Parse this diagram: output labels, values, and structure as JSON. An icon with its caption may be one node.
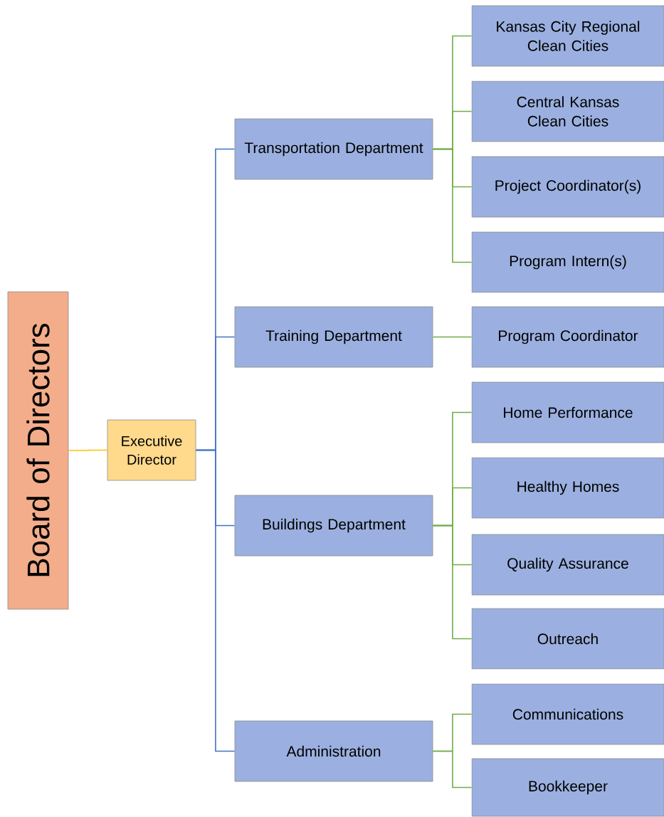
{
  "diagram": {
    "nodes": [
      {
        "text": [
          "Board of Directors"
        ]
      },
      {
        "text": [
          "Executive Director"
        ]
      },
      {
        "text": [
          "Transportation Department"
        ]
      },
      {
        "text": [
          "Training Department"
        ]
      },
      {
        "text": [
          "Buildings Department"
        ]
      },
      {
        "text": [
          "Administration"
        ]
      },
      {
        "text": [
          "Kansas City Regional Clean Cities"
        ]
      },
      {
        "text": [
          "Central Kansas Clean Cities"
        ]
      },
      {
        "text": [
          "Project Coordinator(s)"
        ]
      },
      {
        "text": [
          "Program Intern(s)"
        ]
      },
      {
        "text": [
          "Program Coordinator"
        ]
      },
      {
        "text": [
          "Home Performance"
        ]
      },
      {
        "text": [
          "Healthy Homes"
        ]
      },
      {
        "text": [
          "Quality Assurance"
        ]
      },
      {
        "text": [
          "Outreach"
        ]
      },
      {
        "text": [
          "Communications"
        ]
      },
      {
        "text": [
          "Bookkeeper"
        ]
      }
    ],
    "edges": [
      {
        "from": 0,
        "to": 1,
        "arrow": "none",
        "color": "#ffc000"
      },
      {
        "from": 1,
        "to": 2,
        "arrow": "none",
        "color": "#4472c4"
      },
      {
        "from": 1,
        "to": 3,
        "arrow": "none",
        "color": "#4472c4"
      },
      {
        "from": 1,
        "to": 4,
        "arrow": "none",
        "color": "#4472c4"
      },
      {
        "from": 1,
        "to": 5,
        "arrow": "none",
        "color": "#4472c4"
      },
      {
        "from": 2,
        "to": 6,
        "arrow": "none"
      },
      {
        "from": 2,
        "to": 7,
        "arrow": "none"
      },
      {
        "from": 2,
        "to": 8,
        "arrow": "none"
      },
      {
        "from": 2,
        "to": 9,
        "arrow": "none"
      },
      {
        "from": 3,
        "to": 10,
        "arrow": "none"
      },
      {
        "from": 4,
        "to": 11,
        "arrow": "none"
      },
      {
        "from": 4,
        "to": 12,
        "arrow": "none"
      },
      {
        "from": 4,
        "to": 13,
        "arrow": "none"
      },
      {
        "from": 4,
        "to": 14,
        "arrow": "none"
      },
      {
        "from": 5,
        "to": 15,
        "arrow": "none"
      },
      {
        "from": 5,
        "to": 16,
        "arrow": "none"
      }
    ]
  }
}
